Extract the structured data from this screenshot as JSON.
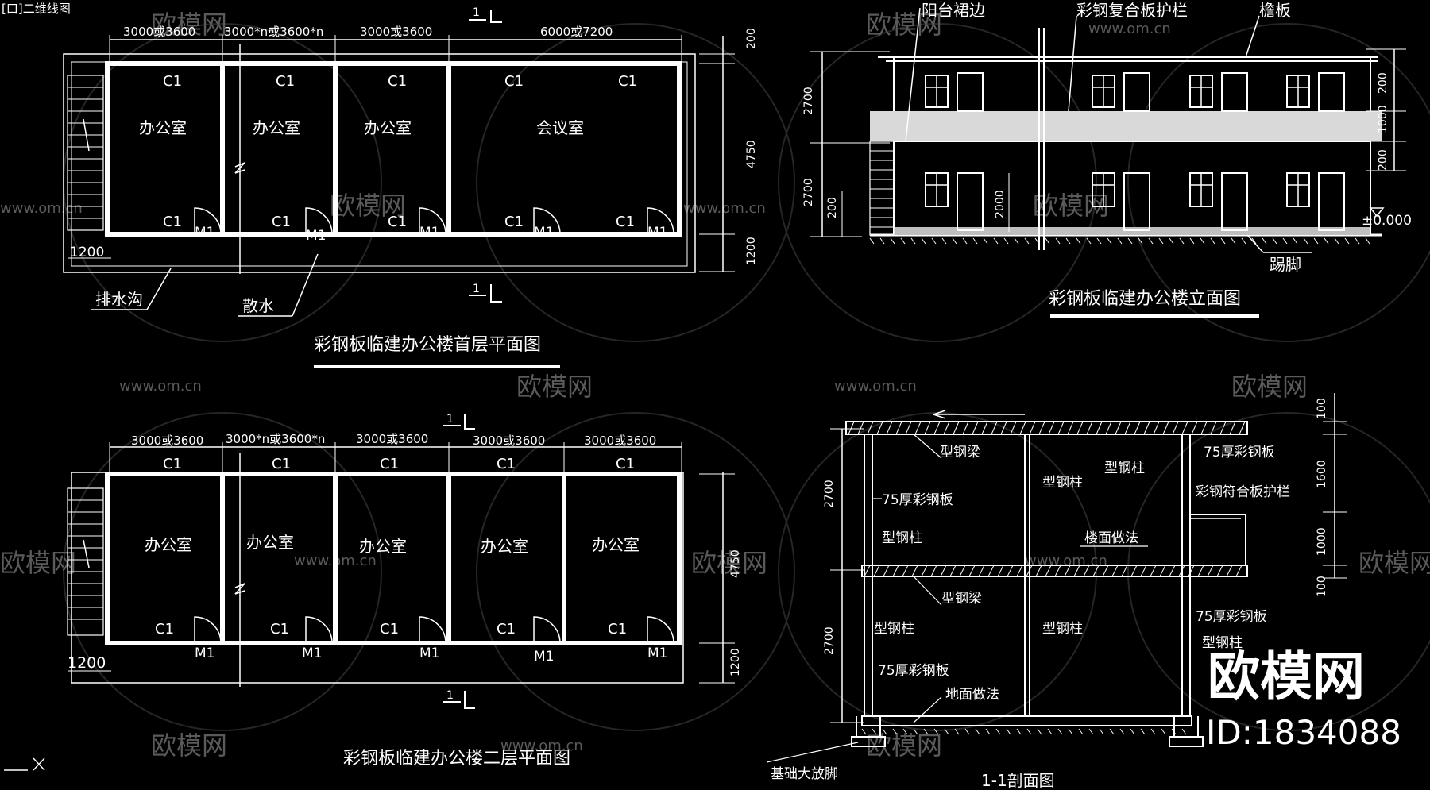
{
  "top_left_label": "[口]二维线图",
  "watermark": {
    "brand": "欧模网",
    "url": "www.om.cn",
    "id_text": "ID:1834088"
  },
  "plan1": {
    "title": "彩钢板临建办公楼首层平面图",
    "dims": [
      "3000或3600",
      "3000*n或3600*n",
      "3000或3600",
      "6000或7200"
    ],
    "rooms": [
      "办公室",
      "办公室",
      "办公室",
      "会议室"
    ],
    "window_label": "C1",
    "door_label": "M1",
    "side_dims": [
      "200",
      "4750",
      "1200"
    ],
    "bottom_dim": "1200",
    "callouts": [
      "排水沟",
      "散水"
    ],
    "section_mark": "1"
  },
  "plan2": {
    "title": "彩钢板临建办公楼二层平面图",
    "dims": [
      "3000或3600",
      "3000*n或3600*n",
      "3000或3600",
      "3000或3600",
      "3000或3600"
    ],
    "rooms": [
      "办公室",
      "办公室",
      "办公室",
      "办公室",
      "办公室"
    ],
    "window_label": "C1",
    "door_label": "M1",
    "side_dims": [
      "4750",
      "1200"
    ],
    "bottom_dim": "1200",
    "section_mark": "1"
  },
  "elevation": {
    "title": "彩钢板临建办公楼立面图",
    "callouts": [
      "阳台裙边",
      "彩钢复合板护栏",
      "檐板",
      "踢脚"
    ],
    "left_dims": [
      "2700",
      "2700",
      "200"
    ],
    "inner_dim": "2000",
    "right_dims": [
      "200",
      "1000",
      "200"
    ],
    "level": "±0.000"
  },
  "section": {
    "title": "1-1剖面图",
    "labels": {
      "beam": "型钢梁",
      "column": "型钢柱",
      "panel75": "75厚彩钢板",
      "railing": "彩钢符合板护栏",
      "floor_finish": "楼面做法",
      "ground_finish": "地面做法",
      "footing": "基础大放脚"
    },
    "left_dims": [
      "2700",
      "2700"
    ],
    "right_dims": [
      "100",
      "1600",
      "1000",
      "100"
    ]
  }
}
